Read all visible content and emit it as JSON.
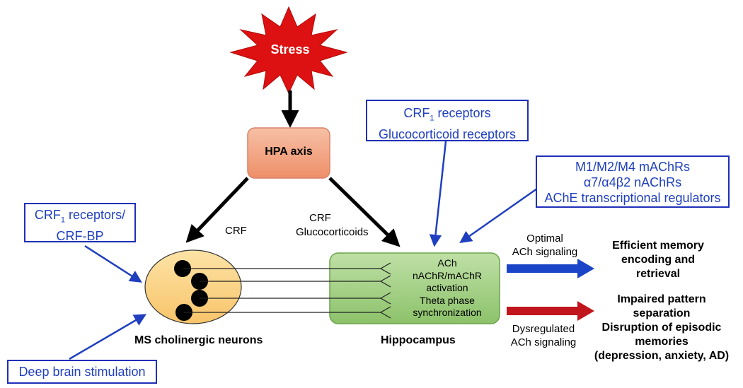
{
  "nodes": {
    "stress": "Stress",
    "hpa": "HPA axis",
    "ms_neurons": "MS cholinergic neurons",
    "hippocampus": "Hippocampus",
    "hippo_lines": [
      "ACh",
      "nAChR/mAChR",
      "activation",
      "Theta phase",
      "synchronization"
    ]
  },
  "edges": {
    "crf_left": "CRF",
    "crf_right_1": "CRF",
    "crf_right_2": "Glucocorticoids",
    "optimal_1": "Optimal",
    "optimal_2": "ACh signaling",
    "dys_1": "Dysregulated",
    "dys_2": "ACh signaling"
  },
  "boxes": {
    "crf1_bp": {
      "line1_main": "CRF",
      "line1_sub": "1",
      "line1_rest": " receptors/",
      "line2": "CRF-BP"
    },
    "crf1_gluco": {
      "line1_main": "CRF",
      "line1_sub": "1",
      "line1_rest": " receptors",
      "line2": "Glucocorticoid receptors"
    },
    "machr": {
      "line1": "M1/M2/M4  mAChRs",
      "line2": "α7/α4β2 nAChRs",
      "line3": "AChE transcriptional regulators"
    },
    "dbs": "Deep brain stimulation"
  },
  "outcomes": {
    "efficient": [
      "Efficient memory",
      "encoding and",
      "retrieval"
    ],
    "impaired": [
      "Impaired pattern",
      "separation",
      "Disruption of episodic",
      "memories",
      "(depression, anxiety, AD)"
    ]
  },
  "colors": {
    "stress_fill": "#dd1111",
    "hpa_fill": "#f2a07e",
    "ms_fill": "#fcd68c",
    "hippo_fill": "#a9d18e",
    "blue": "#1f3fbf",
    "optimal_arrow": "#1a45c8",
    "dys_arrow": "#c0161c"
  }
}
